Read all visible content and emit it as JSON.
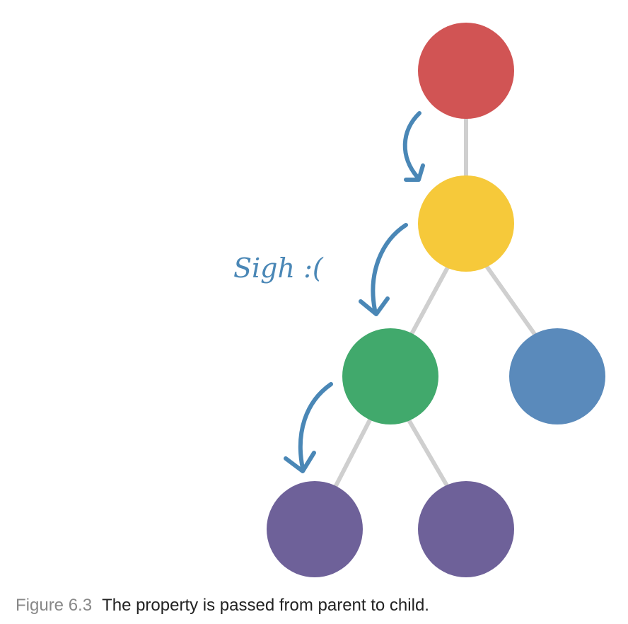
{
  "diagram": {
    "annotation_text": "Sigh :(",
    "colors": {
      "root": "#d15454",
      "level1": "#f6c93a",
      "level2_left": "#41a96c",
      "level2_right": "#5a8abb",
      "level3": "#6e6199",
      "edge": "#cfcfcf",
      "arrow": "#4a87b6"
    }
  },
  "caption": {
    "label": "Figure 6.3",
    "text": "The property is passed from parent to child."
  }
}
